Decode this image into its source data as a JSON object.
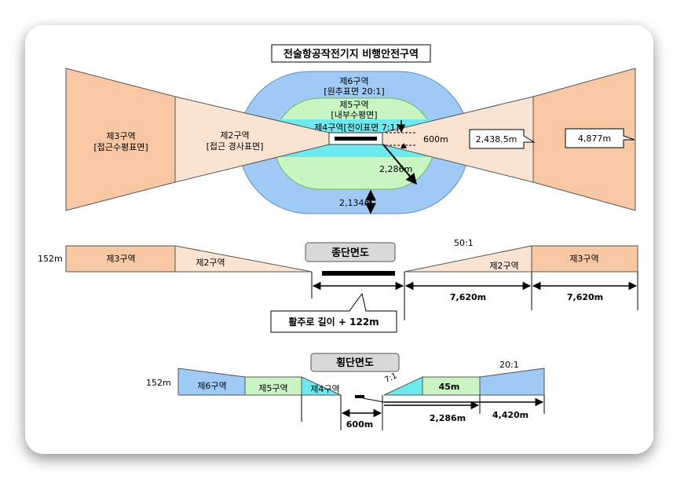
{
  "plan": {
    "title": "전술항공작전기지 비행안전구역",
    "zone6": {
      "name": "제6구역",
      "desc": "[원추표면 20:1]"
    },
    "zone5": {
      "name": "제5구역",
      "desc": "[내부수평면]"
    },
    "zone4": {
      "label": "제4구역[전이표면 7:1]"
    },
    "zone3": {
      "name": "제3구역",
      "desc": "[접근수평표면]"
    },
    "zone2": {
      "name": "제2구역",
      "desc": "[접근 경사표면]"
    },
    "dim_600": "600m",
    "dim_2286": "2,286m",
    "dim_2134": "2,134m",
    "callout_left": "2,438.5m",
    "callout_right": "4,877m"
  },
  "longitudinal": {
    "title": "종단면도",
    "height": "152m",
    "zone3": "제3구역",
    "zone2": "제2구역",
    "slope": "50:1",
    "dim1": "7,620m",
    "dim2": "7,620m",
    "runway_callout": "활주로 길이 + 122m"
  },
  "transverse": {
    "title": "횡단면도",
    "height": "152m",
    "zone6": "제6구역",
    "zone5": "제5구역",
    "zone4": "제4구역",
    "slope7": "7:1",
    "slope20": "20:1",
    "h45": "45m",
    "dim600": "600m",
    "dim2286": "2,286m",
    "dim4420": "4,420m"
  },
  "colors": {
    "zone6": "#9fcaf5",
    "zone5": "#c9f5c3",
    "zone4": "#6ee9ee",
    "zone3": "#f8c8a4",
    "zone2": "#fbe3d2",
    "runway": "#000000"
  }
}
